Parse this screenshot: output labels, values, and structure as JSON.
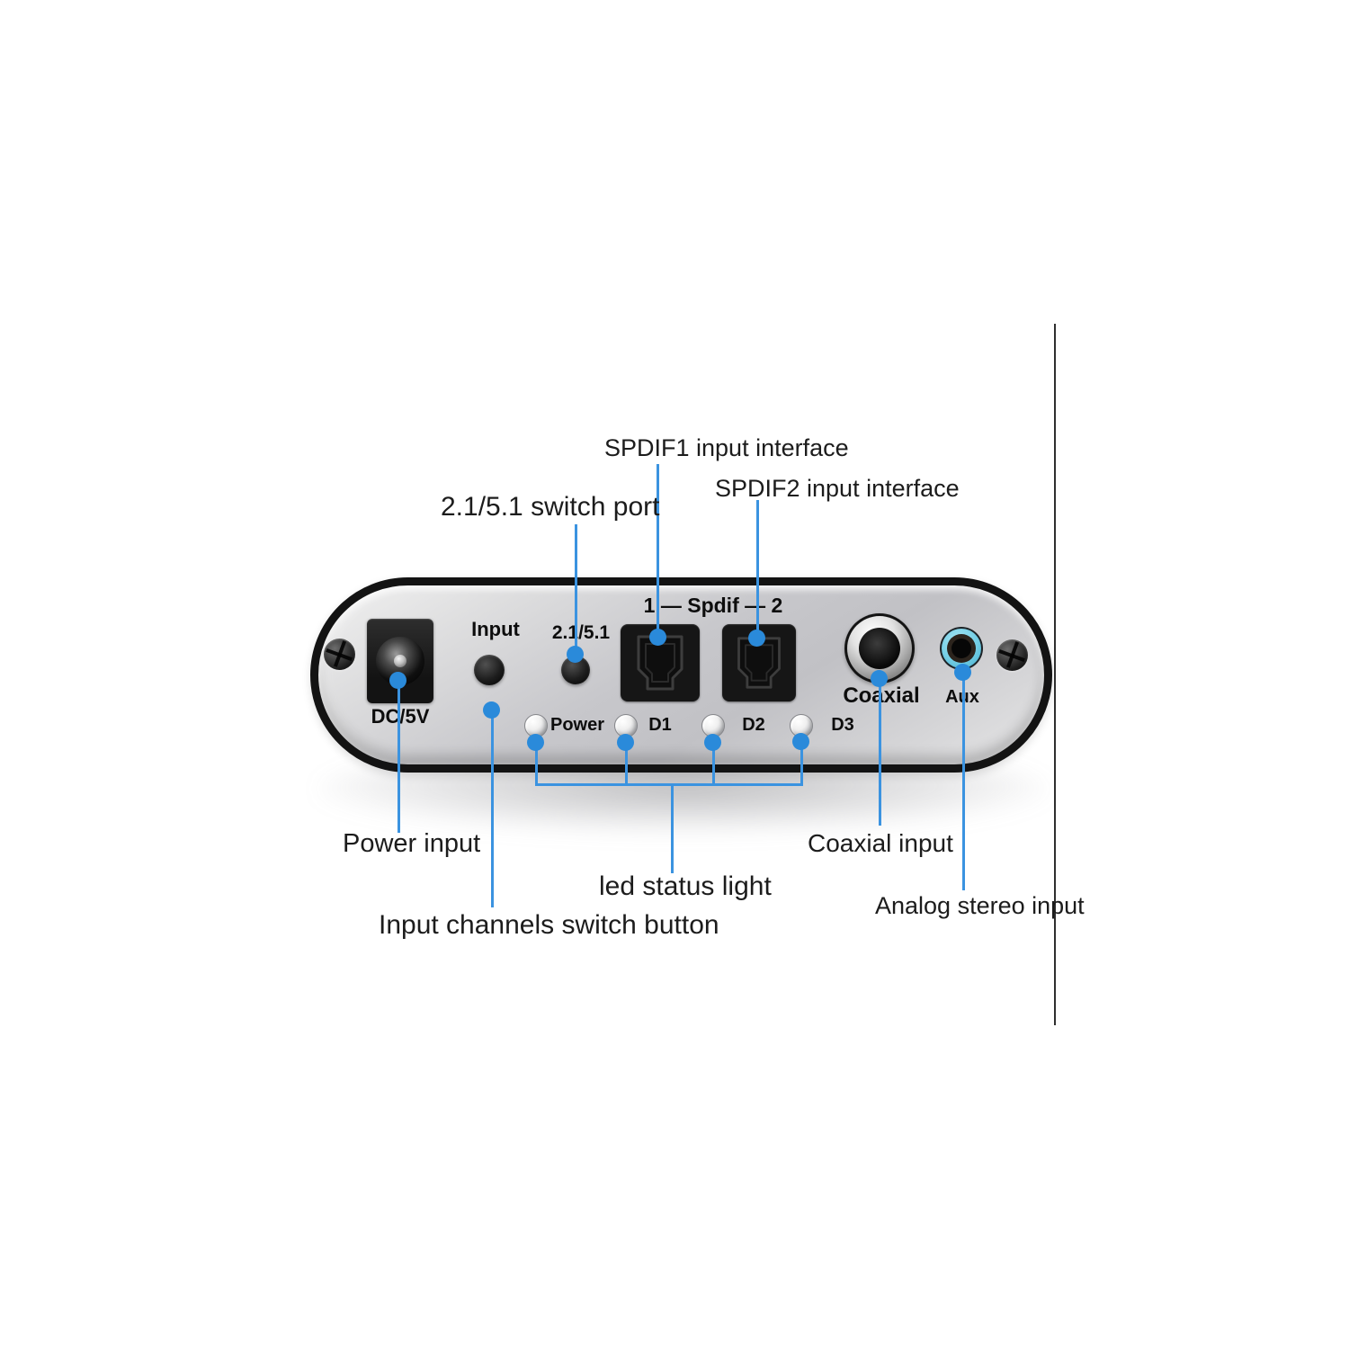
{
  "device": {
    "dc_label": "DC/5V",
    "input_label": "Input",
    "switch_label": "2.1/5.1",
    "spdif_group_label": "1 — Spdif — 2",
    "coaxial_label": "Coaxial",
    "aux_label": "Aux",
    "leds": [
      {
        "label": "Power"
      },
      {
        "label": "D1"
      },
      {
        "label": "D2"
      },
      {
        "label": "D3"
      }
    ]
  },
  "callouts": {
    "spdif1_label": "SPDIF1 input interface",
    "spdif2_label": "SPDIF2 input interface",
    "switch_label": "2.1/5.1 switch port",
    "power_label": "Power input",
    "coaxial_label": "Coaxial input",
    "led_label": "led status light",
    "input_channels_label": "Input channels switch button",
    "analog_label": "Analog stereo input"
  },
  "colors": {
    "callout_blue": "#3b93e0",
    "aux_ring_cyan": "#7ad2e8",
    "panel_silver": "#c9c9cc",
    "device_border": "#141414"
  }
}
